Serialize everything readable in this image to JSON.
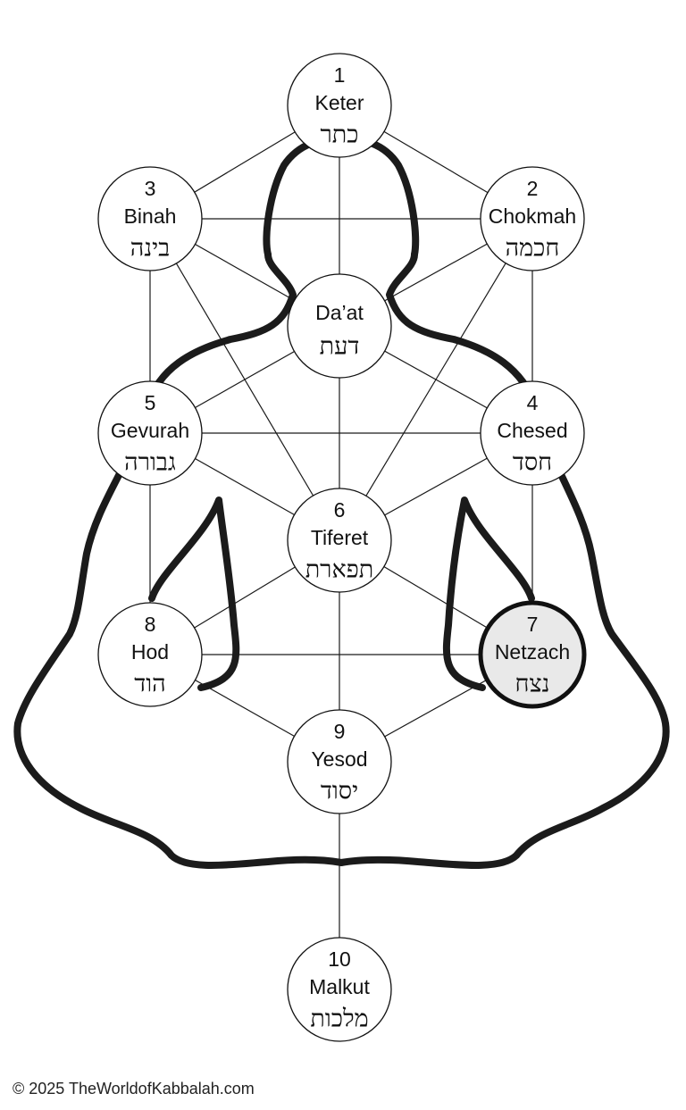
{
  "sefirot": {
    "keter": {
      "number": "1",
      "name": "Keter",
      "hebrew": "כתר"
    },
    "chokmah": {
      "number": "2",
      "name": "Chokmah",
      "hebrew": "חכמה"
    },
    "binah": {
      "number": "3",
      "name": "Binah",
      "hebrew": "בינה"
    },
    "daat": {
      "number": "",
      "name": "Da’at",
      "hebrew": "דעת"
    },
    "chesed": {
      "number": "4",
      "name": "Chesed",
      "hebrew": "חסד"
    },
    "gevurah": {
      "number": "5",
      "name": "Gevurah",
      "hebrew": "גבורה"
    },
    "tiferet": {
      "number": "6",
      "name": "Tiferet",
      "hebrew": "תפארת"
    },
    "netzach": {
      "number": "7",
      "name": "Netzach",
      "hebrew": "נצח"
    },
    "hod": {
      "number": "8",
      "name": "Hod",
      "hebrew": "הוד"
    },
    "yesod": {
      "number": "9",
      "name": "Yesod",
      "hebrew": "יסוד"
    },
    "malkut": {
      "number": "10",
      "name": "Malkut",
      "hebrew": "מלכות"
    }
  },
  "highlighted_sefirah": "netzach",
  "colors": {
    "line": "#1a1a1a",
    "silhouette": "#1b1b1b",
    "node_fill": "#ffffff",
    "highlight_fill": "#e9e9e9"
  },
  "footer": {
    "copyright": "© 2025 TheWorldofKabbalah.com"
  }
}
